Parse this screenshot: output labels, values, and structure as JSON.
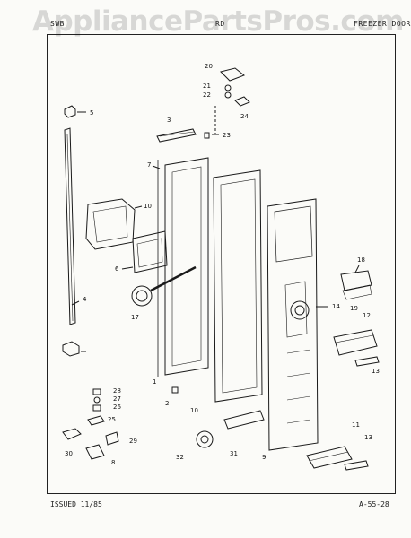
{
  "watermark": "AppliancePartsPros.com",
  "header": {
    "left": "SWB",
    "middle": "RD",
    "right": "FREEZER DOOR"
  },
  "footer": {
    "issued": "ISSUED 11/85",
    "code": "A-55-28"
  },
  "callouts": [
    "20",
    "21",
    "22",
    "24",
    "5",
    "3",
    "23",
    "7",
    "10",
    "6",
    "4",
    "17",
    "18",
    "14",
    "19",
    "12",
    "13",
    "1",
    "2",
    "10",
    "28",
    "27",
    "26",
    "25",
    "29",
    "30",
    "8",
    "32",
    "31",
    "9",
    "11",
    "13"
  ]
}
